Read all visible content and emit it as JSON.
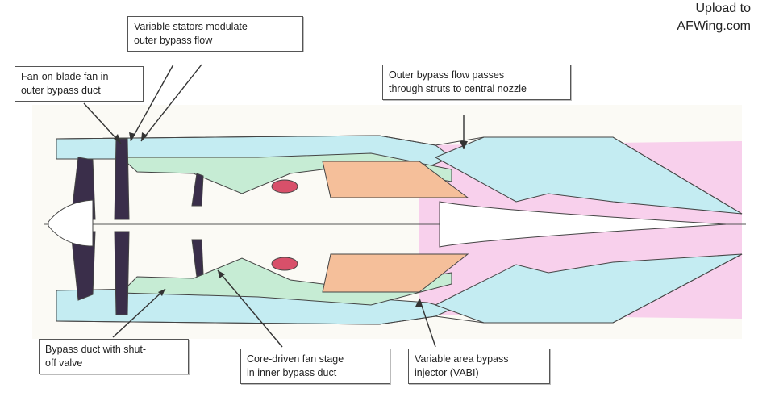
{
  "watermark": {
    "line1": "Upload to",
    "line2": "AFWing.com"
  },
  "callouts": {
    "fan_on_blade": {
      "line1": "Fan-on-blade fan in",
      "line2": "outer bypass duct"
    },
    "variable_stators": {
      "line1": "Variable stators modulate",
      "line2": "outer bypass flow"
    },
    "outer_bypass": {
      "line1": "Outer bypass flow passes",
      "line2": "through struts to central nozzle"
    },
    "bypass_duct": {
      "line1": "Bypass duct with shut-",
      "line2": "off valve"
    },
    "core_driven": {
      "line1": "Core-driven fan stage",
      "line2": "in inner bypass duct"
    },
    "vabi": {
      "line1": "Variable area bypass",
      "line2": "injector (VABI)"
    }
  },
  "colors": {
    "outer_bypass_duct": "#c4ecf2",
    "inner_bypass_duct": "#c6ecd4",
    "combustor_hot": "#f5bf9a",
    "exhaust_mixing": "#f8d0ec",
    "fan_blades": "#3a2e4a",
    "combustor_liner": "#d8506a",
    "outline": "#444444"
  }
}
